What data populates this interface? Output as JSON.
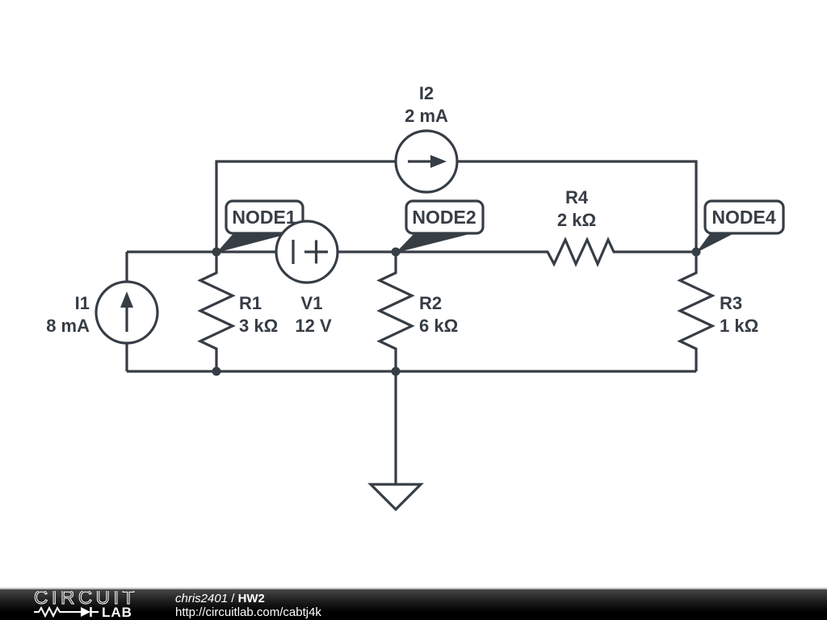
{
  "colors": {
    "ink": "#363d45",
    "background": "#ffffff",
    "footer_bg": "#000000",
    "footer_text": "#ffffff"
  },
  "components": {
    "i1": {
      "name": "I1",
      "value": "8 mA"
    },
    "i2": {
      "name": "I2",
      "value": "2 mA"
    },
    "v1": {
      "name": "V1",
      "value": "12 V"
    },
    "r1": {
      "name": "R1",
      "value": "3 kΩ"
    },
    "r2": {
      "name": "R2",
      "value": "6 kΩ"
    },
    "r3": {
      "name": "R3",
      "value": "1 kΩ"
    },
    "r4": {
      "name": "R4",
      "value": "2 kΩ"
    }
  },
  "node_labels": {
    "node1": "NODE1",
    "node2": "NODE2",
    "node4": "NODE4"
  },
  "footer": {
    "logo_line1": "CIRCUIT",
    "logo_line2": "LAB",
    "author": "chris2401",
    "separator": "/",
    "title": "HW2",
    "url": "http://circuitlab.com/cabtj4k"
  }
}
